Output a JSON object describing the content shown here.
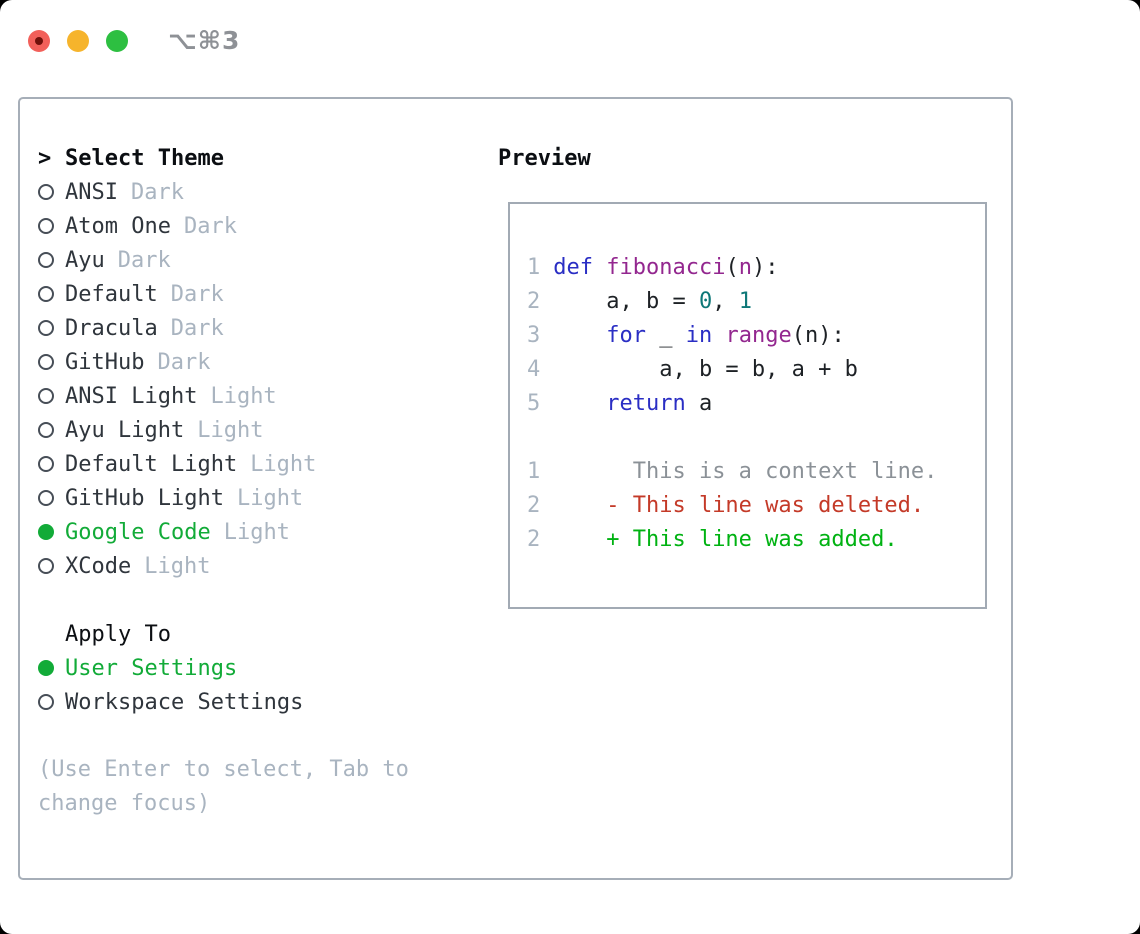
{
  "window": {
    "title": "⌥⌘3"
  },
  "theme_panel": {
    "cursor": ">",
    "header": "Select Theme",
    "items": [
      {
        "name": "ANSI",
        "tag": "Dark",
        "selected": false
      },
      {
        "name": "Atom One",
        "tag": "Dark",
        "selected": false
      },
      {
        "name": "Ayu",
        "tag": "Dark",
        "selected": false
      },
      {
        "name": "Default",
        "tag": "Dark",
        "selected": false
      },
      {
        "name": "Dracula",
        "tag": "Dark",
        "selected": false
      },
      {
        "name": "GitHub",
        "tag": "Dark",
        "selected": false
      },
      {
        "name": "ANSI Light",
        "tag": "Light",
        "selected": false
      },
      {
        "name": "Ayu Light",
        "tag": "Light",
        "selected": false
      },
      {
        "name": "Default Light",
        "tag": "Light",
        "selected": false
      },
      {
        "name": "GitHub Light",
        "tag": "Light",
        "selected": false
      },
      {
        "name": "Google Code",
        "tag": "Light",
        "selected": true
      },
      {
        "name": "XCode",
        "tag": "Light",
        "selected": false
      }
    ],
    "apply_to": {
      "header": "Apply To",
      "options": [
        {
          "label": "User Settings",
          "selected": true
        },
        {
          "label": "Workspace Settings",
          "selected": false
        }
      ]
    },
    "help_text": "(Use Enter to select, Tab to change focus)"
  },
  "preview": {
    "title": "Preview",
    "code_lines": [
      {
        "no": "1",
        "segments": [
          {
            "t": "def ",
            "c": "kw"
          },
          {
            "t": "fibonacci",
            "c": "fn"
          },
          {
            "t": "(",
            "c": "pl"
          },
          {
            "t": "n",
            "c": "fn"
          },
          {
            "t": "):",
            "c": "pl"
          }
        ]
      },
      {
        "no": "2",
        "segments": [
          {
            "t": "    a, b = ",
            "c": "pl"
          },
          {
            "t": "0",
            "c": "num"
          },
          {
            "t": ", ",
            "c": "pl"
          },
          {
            "t": "1",
            "c": "num"
          }
        ]
      },
      {
        "no": "3",
        "segments": [
          {
            "t": "    ",
            "c": "pl"
          },
          {
            "t": "for ",
            "c": "kw"
          },
          {
            "t": "_ ",
            "c": "pl"
          },
          {
            "t": "in ",
            "c": "kw"
          },
          {
            "t": "range",
            "c": "fn"
          },
          {
            "t": "(n):",
            "c": "pl"
          }
        ]
      },
      {
        "no": "4",
        "segments": [
          {
            "t": "        a, b = b, a + b",
            "c": "pl"
          }
        ]
      },
      {
        "no": "5",
        "segments": [
          {
            "t": "    ",
            "c": "pl"
          },
          {
            "t": "return ",
            "c": "kw"
          },
          {
            "t": "a",
            "c": "pl"
          }
        ]
      }
    ],
    "diff_lines": [
      {
        "no": "1",
        "c": "ctx",
        "text": "      This is a context line."
      },
      {
        "no": "2",
        "c": "del",
        "text": "    - This line was deleted."
      },
      {
        "no": "2",
        "c": "add",
        "text": "    + This line was added."
      }
    ]
  },
  "colors": {
    "selection_green": "#12ab38",
    "keyword_blue": "#2a2ec4",
    "function_purple": "#93278f",
    "number_teal": "#0e7878",
    "diff_red": "#c43a28",
    "diff_added_green": "#00b212",
    "muted_gray": "#a9b4c0",
    "border_gray": "#a6aeb8"
  }
}
